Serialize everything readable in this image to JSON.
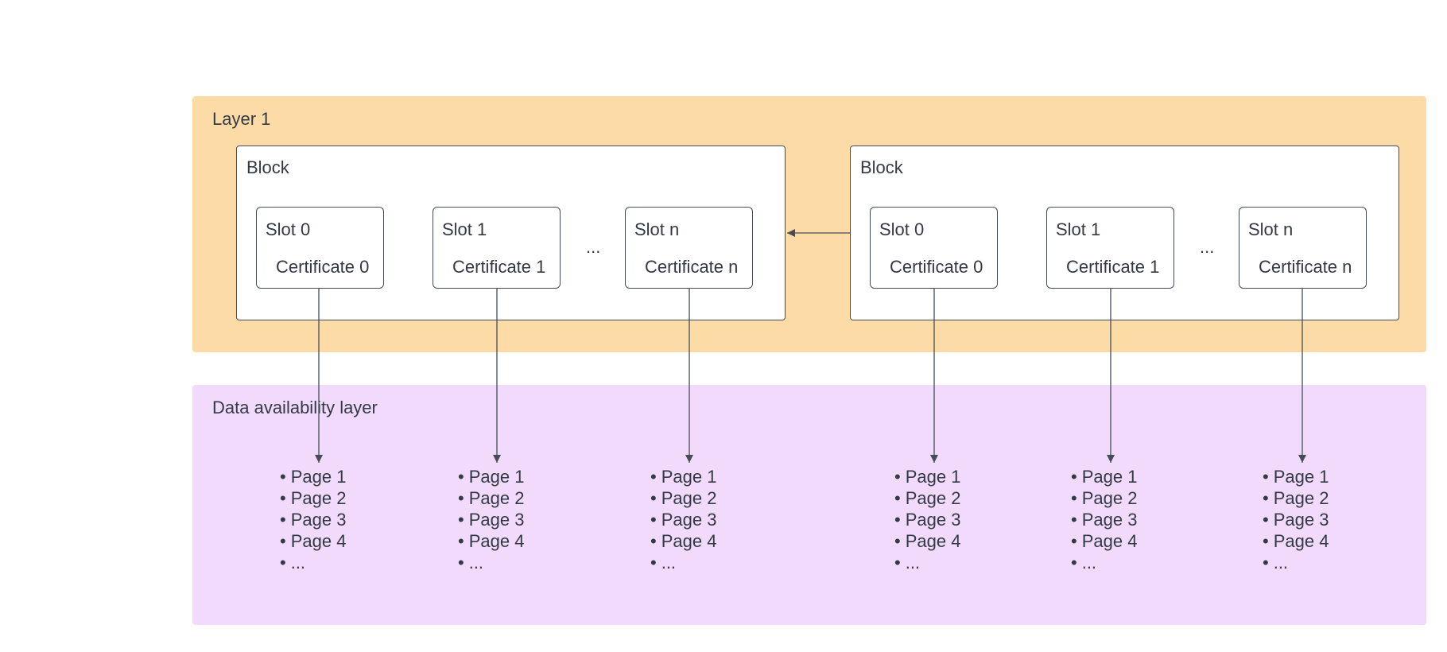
{
  "layer1": {
    "title": "Layer 1",
    "fill": "#fddba6",
    "blocks": [
      {
        "title": "Block",
        "slots": [
          {
            "title": "Slot 0",
            "certificate": "Certificate 0"
          },
          {
            "title": "Slot 1",
            "certificate": "Certificate 1"
          },
          {
            "title": "Slot n",
            "certificate": "Certificate n"
          }
        ],
        "ellipsis": "..."
      },
      {
        "title": "Block",
        "slots": [
          {
            "title": "Slot 0",
            "certificate": "Certificate 0"
          },
          {
            "title": "Slot 1",
            "certificate": "Certificate 1"
          },
          {
            "title": "Slot n",
            "certificate": "Certificate n"
          }
        ],
        "ellipsis": "..."
      }
    ]
  },
  "data_availability": {
    "title": "Data availability layer",
    "fill": "#f1dafb",
    "pages": [
      "Page 1",
      "Page 2",
      "Page 3",
      "Page 4",
      "..."
    ]
  },
  "colors": {
    "line": "#454c57",
    "text": "#333a45"
  }
}
